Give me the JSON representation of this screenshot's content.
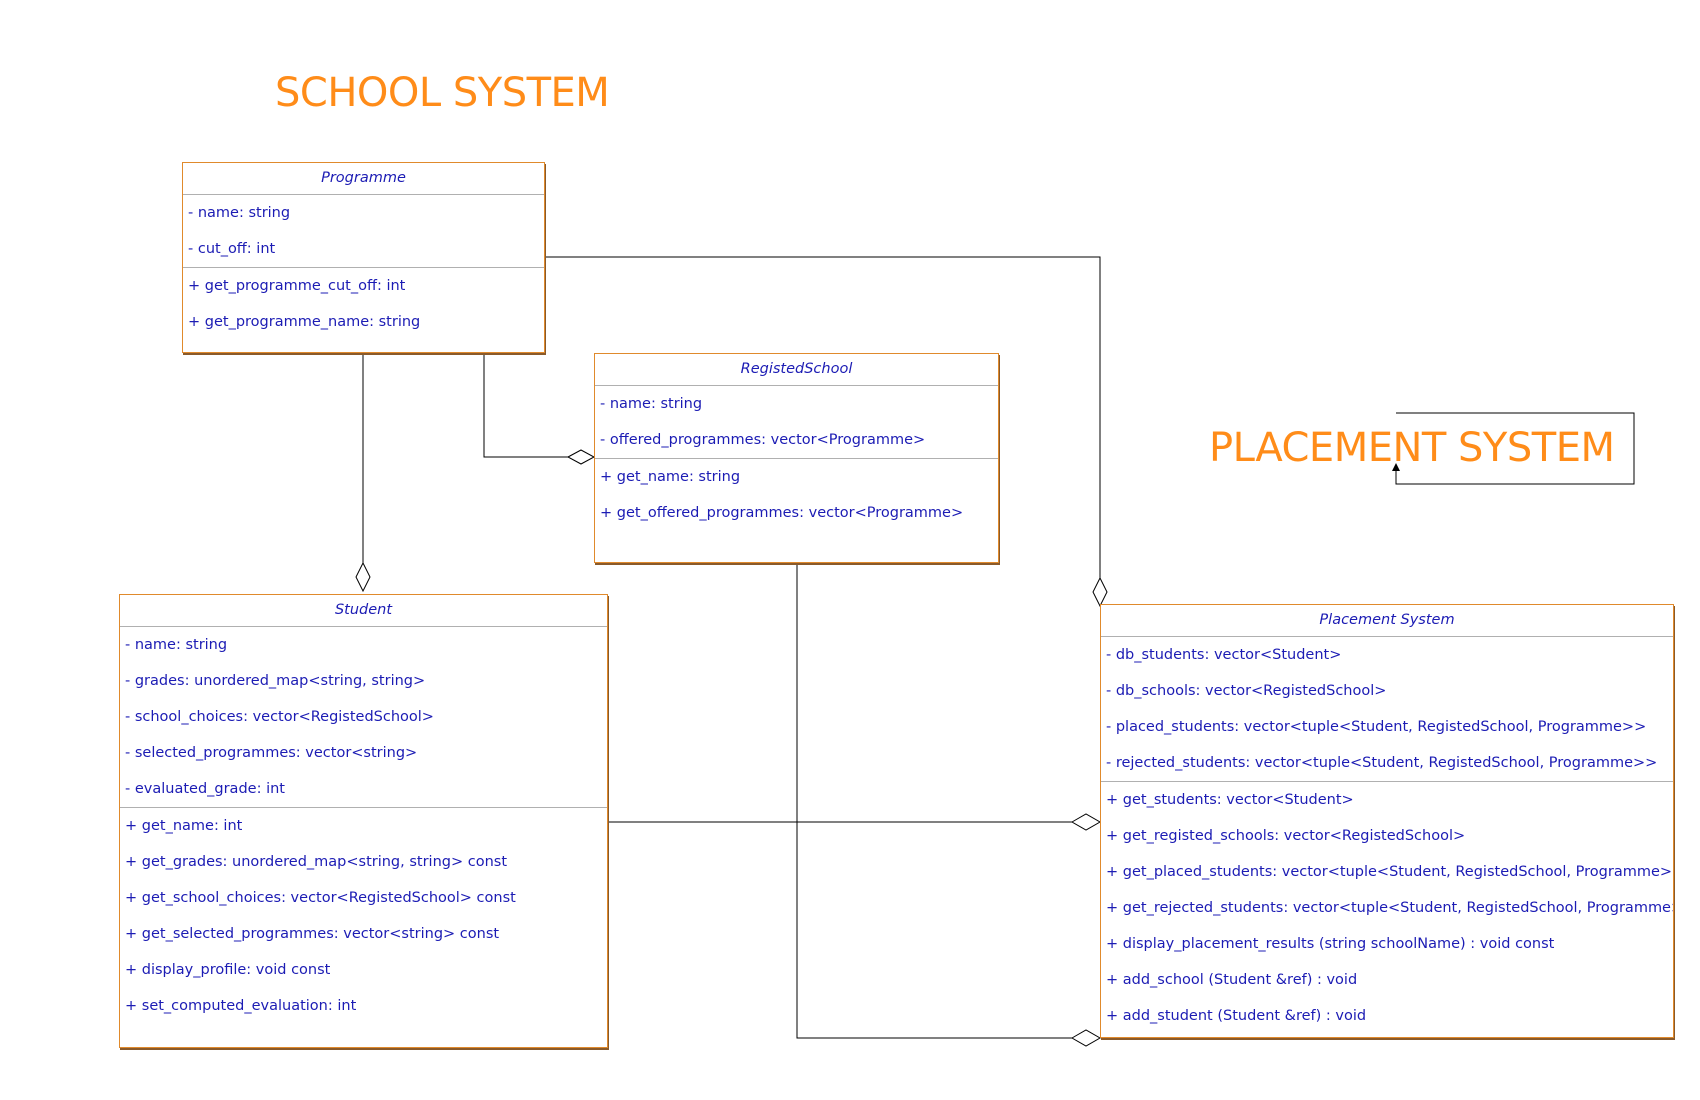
{
  "titles": {
    "school": "SCHOOL SYSTEM",
    "placement": "PLACEMENT SYSTEM"
  },
  "colors": {
    "title": "#ff8c19",
    "class_border": "#e08a2c",
    "text": "#1c1cb4",
    "connector": "#000000"
  },
  "classes": {
    "programme": {
      "name": "Programme",
      "attributes": [
        "- name: string",
        "- cut_off: int"
      ],
      "operations": [
        "+ get_programme_cut_off: int",
        "+ get_programme_name: string"
      ]
    },
    "registed_school": {
      "name": "RegistedSchool",
      "attributes": [
        "- name: string",
        "- offered_programmes: vector<Programme>"
      ],
      "operations": [
        "+ get_name: string",
        "+ get_offered_programmes: vector<Programme>"
      ]
    },
    "student": {
      "name": "Student",
      "attributes": [
        "- name: string",
        "- grades: unordered_map<string, string>",
        "- school_choices: vector<RegistedSchool>",
        "- selected_programmes: vector<string>",
        "- evaluated_grade: int"
      ],
      "operations": [
        "+ get_name: int",
        "+ get_grades: unordered_map<string, string> const",
        "+ get_school_choices: vector<RegistedSchool> const",
        "+ get_selected_programmes: vector<string> const",
        "+ display_profile: void const",
        "+ set_computed_evaluation: int"
      ]
    },
    "placement_system": {
      "name": "Placement System",
      "attributes": [
        "- db_students: vector<Student>",
        "- db_schools: vector<RegistedSchool>",
        "- placed_students: vector<tuple<Student, RegistedSchool, Programme>>",
        "- rejected_students: vector<tuple<Student, RegistedSchool, Programme>>"
      ],
      "operations": [
        "+ get_students: vector<Student>",
        "+ get_registed_schools: vector<RegistedSchool>",
        "+ get_placed_students: vector<tuple<Student, RegistedSchool, Programme>>",
        "+ get_rejected_students: vector<tuple<Student, RegistedSchool, Programme>>",
        "+ display_placement_results (string schoolName) : void const",
        "+ add_school (Student &ref) : void",
        "+ add_student (Student &ref) : void"
      ]
    }
  },
  "relationships": [
    {
      "from": "Programme",
      "to": "Student",
      "type": "aggregation"
    },
    {
      "from": "Programme",
      "to": "RegistedSchool",
      "type": "aggregation"
    },
    {
      "from": "Programme",
      "to": "Placement System",
      "type": "aggregation"
    },
    {
      "from": "Student",
      "to": "Placement System",
      "type": "aggregation"
    },
    {
      "from": "RegistedSchool",
      "to": "Placement System",
      "type": "aggregation"
    }
  ]
}
